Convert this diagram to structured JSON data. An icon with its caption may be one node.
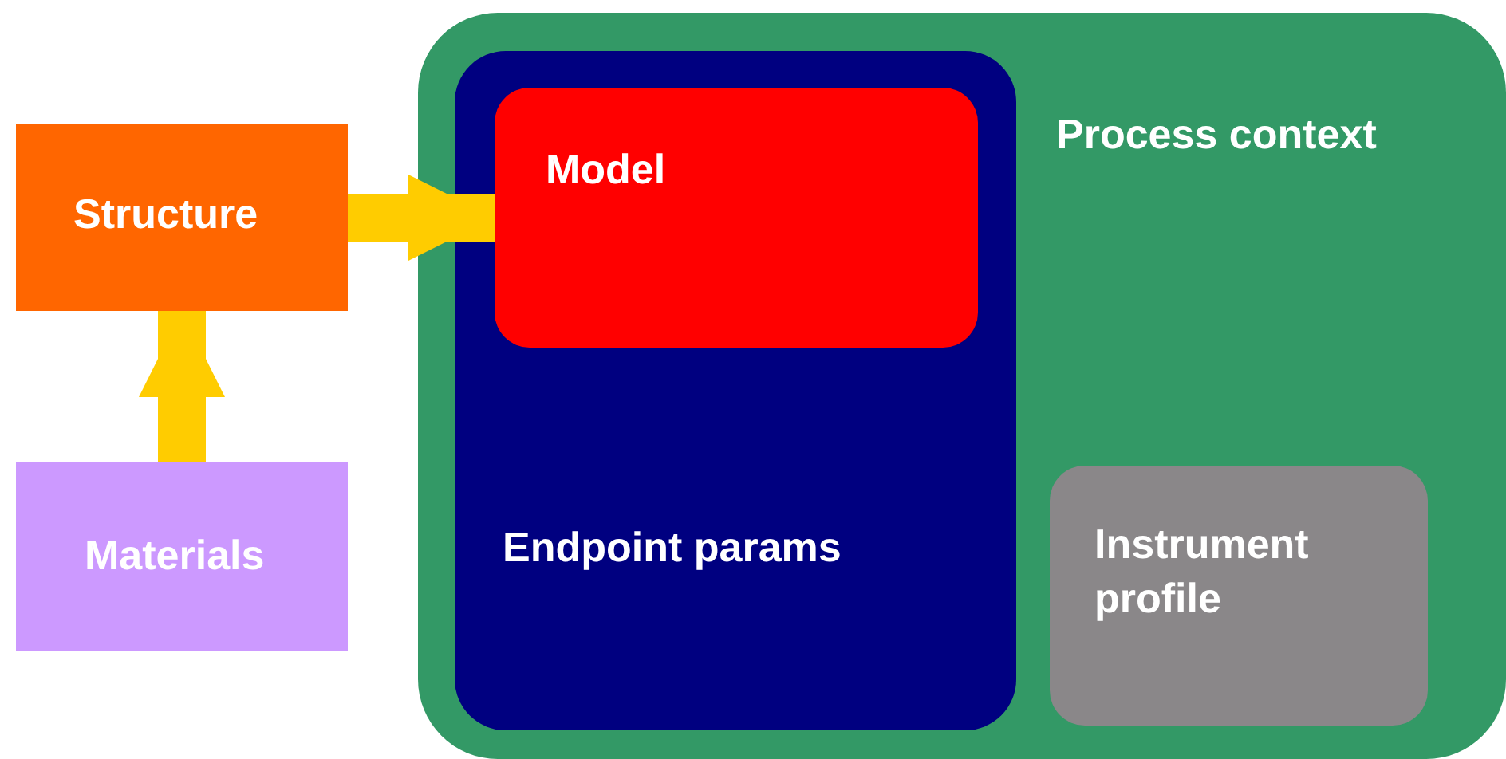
{
  "diagram": {
    "nodes": [
      {
        "text": [
          "Structure"
        ]
      },
      {
        "text": [
          "Materials"
        ]
      },
      {
        "text": [
          "Process context"
        ]
      },
      {
        "text": [
          "Endpoint params"
        ],
        "in": 2
      },
      {
        "text": [
          "Model"
        ],
        "in": 3
      },
      {
        "text": [
          "Instrument profile"
        ],
        "in": 2
      }
    ],
    "edges": [
      {
        "from": 1,
        "to": 0,
        "arrow": "to"
      },
      {
        "from": 0,
        "to": 4,
        "arrow": "to"
      }
    ]
  }
}
